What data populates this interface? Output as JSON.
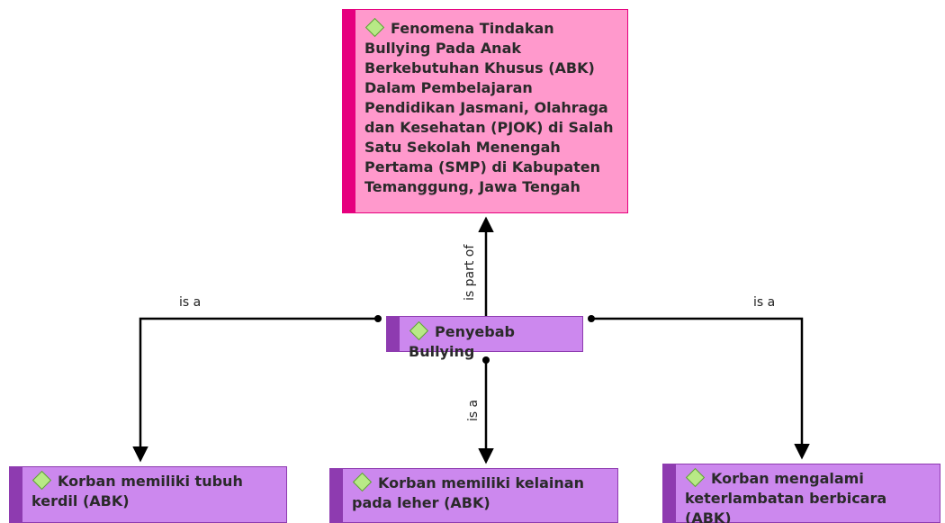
{
  "nodes": {
    "main": "Fenomena Tindakan Bullying Pada Anak Berkebutuhan Khusus (ABK) Dalam Pembelajaran Pendidikan Jasmani, Olahraga dan Kesehatan (PJOK) di Salah Satu Sekolah Menengah Pertama (SMP) di Kabupaten Temanggung, Jawa Tengah",
    "center": "Penyebab Bullying",
    "left": "Korban memiliki tubuh kerdil (ABK)",
    "middle": "Korban memiliki kelainan pada leher (ABK)",
    "right": "Korban mengalami keterlambatan berbicara (ABK)"
  },
  "edges": {
    "to_main": "is part of",
    "to_left": "is a",
    "to_middle": "is a",
    "to_right": "is a"
  },
  "colors": {
    "main_fill": "#ff99cc",
    "main_accent": "#e6007e",
    "concept_fill": "#cc88ee",
    "concept_accent": "#8e3bb0",
    "icon_fill": "#b8e986",
    "edge": "#000000"
  },
  "icons": {
    "node_icon": "diamond-icon"
  }
}
